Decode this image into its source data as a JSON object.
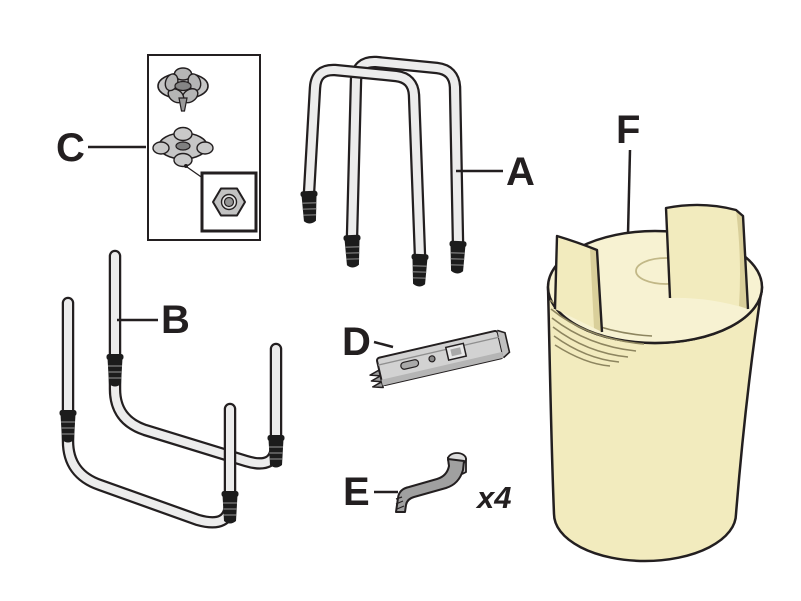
{
  "page": {
    "background": "#ffffff"
  },
  "labels": {
    "a": "A",
    "b": "B",
    "c": "C",
    "d": "D",
    "e": "E",
    "f": "F",
    "e_quantity": "x4"
  },
  "colors": {
    "outline": "#231f20",
    "label_text": "#231f20",
    "tube_fill": "#ececec",
    "foot_fill": "#1c1c1c",
    "foot_rib": "#6f6f6f",
    "knob_fill": "#c6c6c6",
    "nut_fill": "#c2c2c2",
    "bracket_fill": "#d2d2d2",
    "corner_piece_fill": "#a0a0a0",
    "shade_body": "#f2ebbe",
    "shade_top": "#f7f2d2",
    "shade_fold_edge": "#d9cf9a",
    "ridge_line": "#8d855f"
  }
}
